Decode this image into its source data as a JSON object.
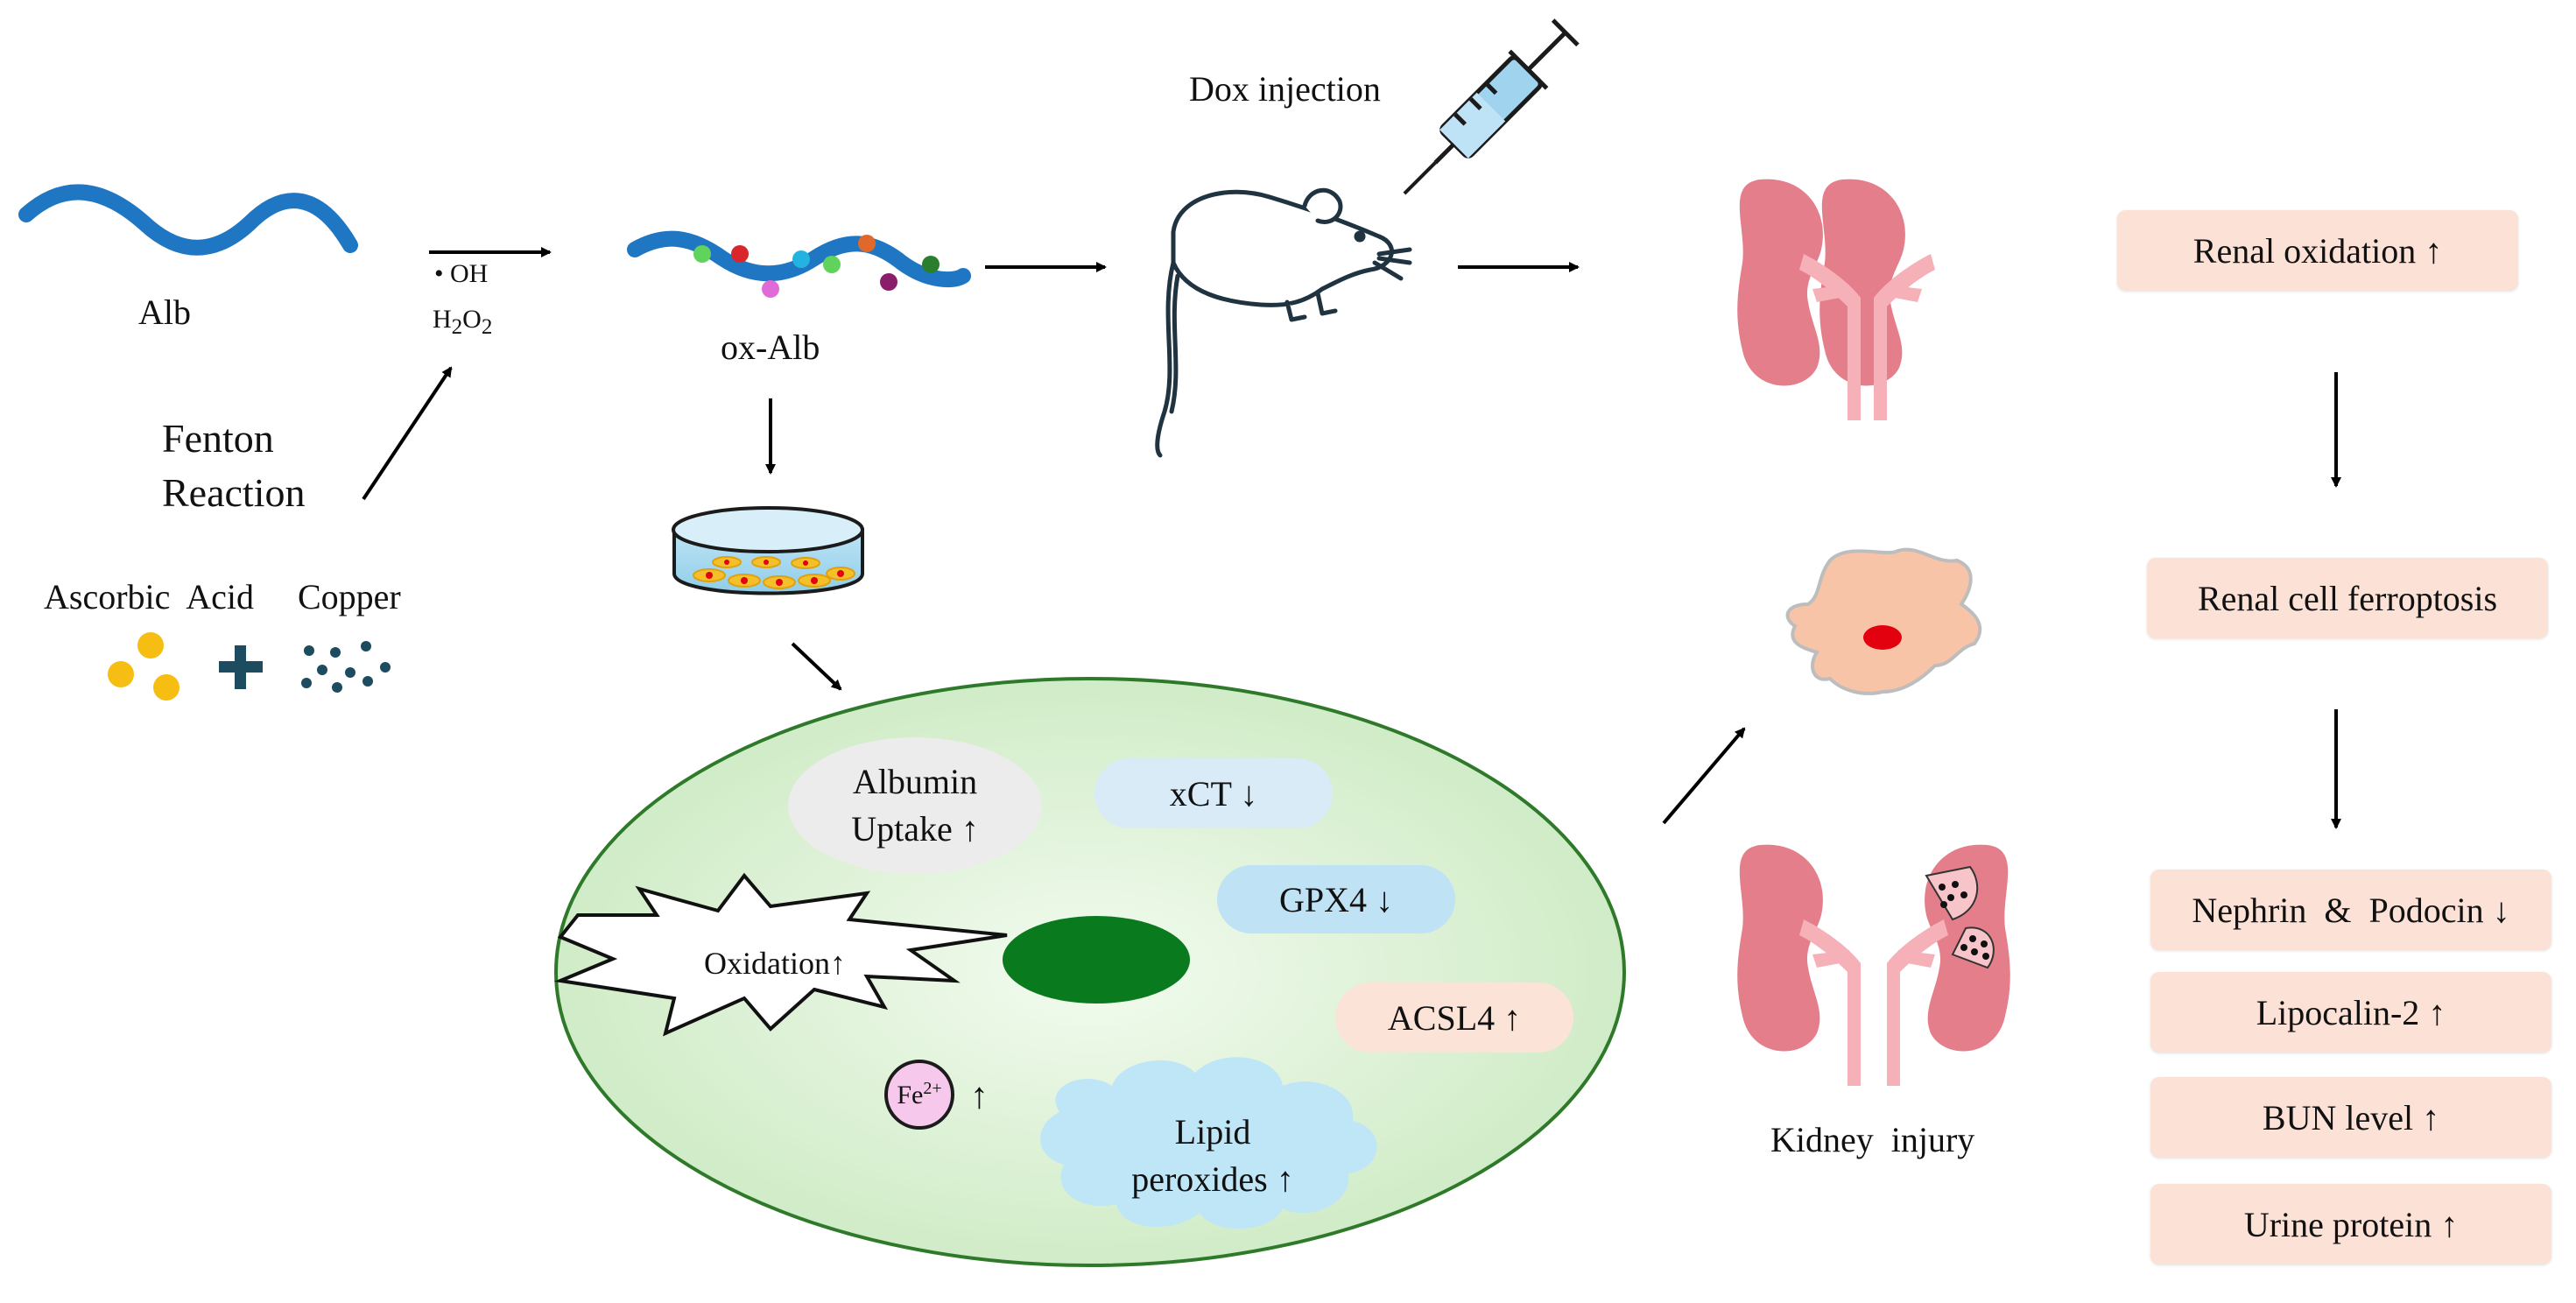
{
  "labels": {
    "alb": "Alb",
    "oh": "• OH",
    "h2o2": "H2O2",
    "fenton_line1": "Fenton",
    "fenton_line2": "Reaction",
    "ascorbic": "Ascorbic  Acid",
    "copper": "Copper",
    "ox_alb": "ox-Alb",
    "dox": "Dox injection",
    "kidney_injury": "Kidney  injury"
  },
  "cell": {
    "albumin_line1": "Albumin",
    "albumin_line2": "Uptake ↑",
    "xct": "xCT ↓",
    "gpx4": "GPX4 ↓",
    "acsl4": "ACSL4 ↑",
    "oxidation": "Oxidation↑",
    "fe": "Fe2+",
    "fe_arrow": "↑",
    "lipid_line1": "Lipid",
    "lipid_line2": "peroxides ↑"
  },
  "outcomes": {
    "renal_oxidation": "Renal oxidation ↑",
    "ferroptosis": "Renal cell ferroptosis",
    "nephrin": "Nephrin  &  Podocin ↓",
    "lipocalin": "Lipocalin-2 ↑",
    "bun": "BUN level ↑",
    "urine": "Urine protein ↑"
  },
  "colors": {
    "protein": "#1f77c4",
    "cell_fill": "#d9f0d2",
    "nucleus": "#0a7a1e",
    "kidney": "#e57e8b",
    "box": "#fbe1d6"
  }
}
